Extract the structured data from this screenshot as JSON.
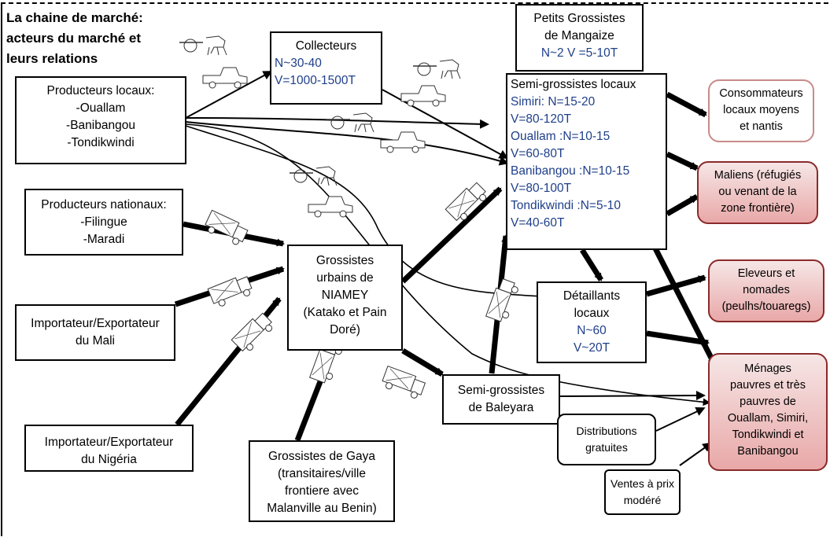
{
  "title": [
    "La chaine de marché:",
    "acteurs du marché et",
    "leurs relations"
  ],
  "boxes": {
    "producteurs_locaux": [
      "Producteurs locaux:",
      "-Ouallam",
      "-Banibangou",
      "-Tondikwindi"
    ],
    "collecteurs": [
      "Collecteurs",
      "N~30-40",
      "V=1000-1500T"
    ],
    "petits_grossistes": [
      "Petits Grossistes",
      "de Mangaize",
      "N~2  V =5-10T"
    ],
    "semi_grossistes_locaux": [
      "Semi-grossistes locaux",
      "Simiri: N=15-20",
      "V=80-120T",
      "Ouallam :N=10-15",
      "V=60-80T",
      "Banibangou :N=10-15",
      "V=80-100T",
      "Tondikwindi :N=5-10",
      "V=40-60T"
    ],
    "producteurs_nationaux": [
      "Producteurs nationaux:",
      "-Filingue",
      "-Maradi"
    ],
    "grossistes_niamey": [
      "Grossistes",
      "urbains de",
      "NIAMEY",
      "(Katako et Pain",
      "Doré)"
    ],
    "importateur_mali": [
      "Importateur/Exportateur",
      "du Mali"
    ],
    "importateur_nigeria": [
      "Importateur/Exportateur",
      "du Nigéria"
    ],
    "grossistes_gaya": [
      "Grossistes de Gaya",
      "(transitaires/ville",
      "frontiere avec",
      "Malanville au Benin)"
    ],
    "semi_grossistes_baleyara": [
      "Semi-grossistes",
      "de Baleyara"
    ],
    "detaillants": [
      "Détaillants",
      "locaux",
      "N~60",
      "V~20T"
    ],
    "distributions": [
      "Distributions",
      "gratuites"
    ],
    "ventes": [
      "Ventes à prix",
      "modéré"
    ],
    "consommateurs": [
      "Consommateurs",
      "locaux moyens",
      "et nantis"
    ],
    "maliens": [
      "Maliens (réfugiés",
      "ou venant de la",
      "zone frontière)"
    ],
    "eleveurs": [
      "Eleveurs et",
      "nomades",
      "(peulhs/touaregs)"
    ],
    "menages": [
      "Ménages",
      "pauvres et très",
      "pauvres de",
      "Ouallam, Simiri,",
      "Tondikwindi et",
      "Banibangou"
    ]
  },
  "colors": {
    "blue_text": "#1f3f8a",
    "pink_fill": "#e9a8a8",
    "pink_border": "#8a2a2a"
  }
}
